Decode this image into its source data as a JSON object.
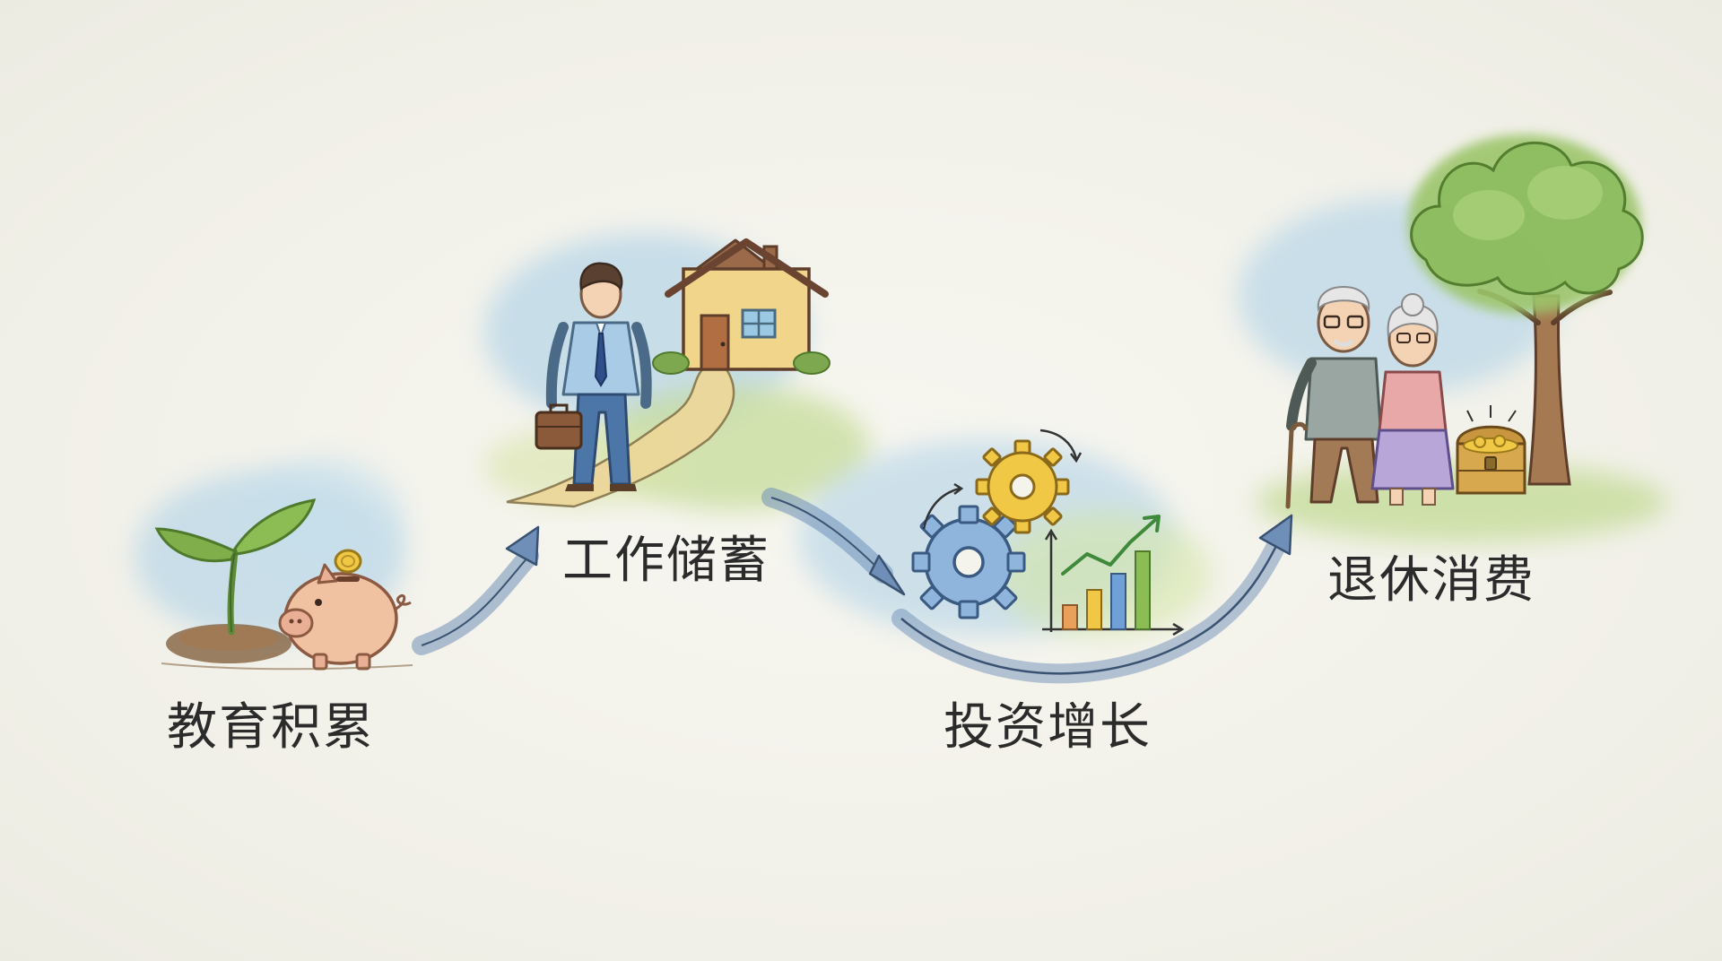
{
  "stages": [
    {
      "label": "教育积累",
      "icon": "sprout-piggy-bank-icon"
    },
    {
      "label": "工作储蓄",
      "icon": "worker-house-icon"
    },
    {
      "label": "投资增长",
      "icon": "gears-chart-icon"
    },
    {
      "label": "退休消费",
      "icon": "elderly-couple-tree-icon"
    }
  ],
  "colors": {
    "arrow": "#6f8fb8",
    "background": "#f4f3ec",
    "text": "#2b2b2b",
    "watercolor_blue": "#bcd8e8",
    "watercolor_green": "#b9d58e"
  }
}
